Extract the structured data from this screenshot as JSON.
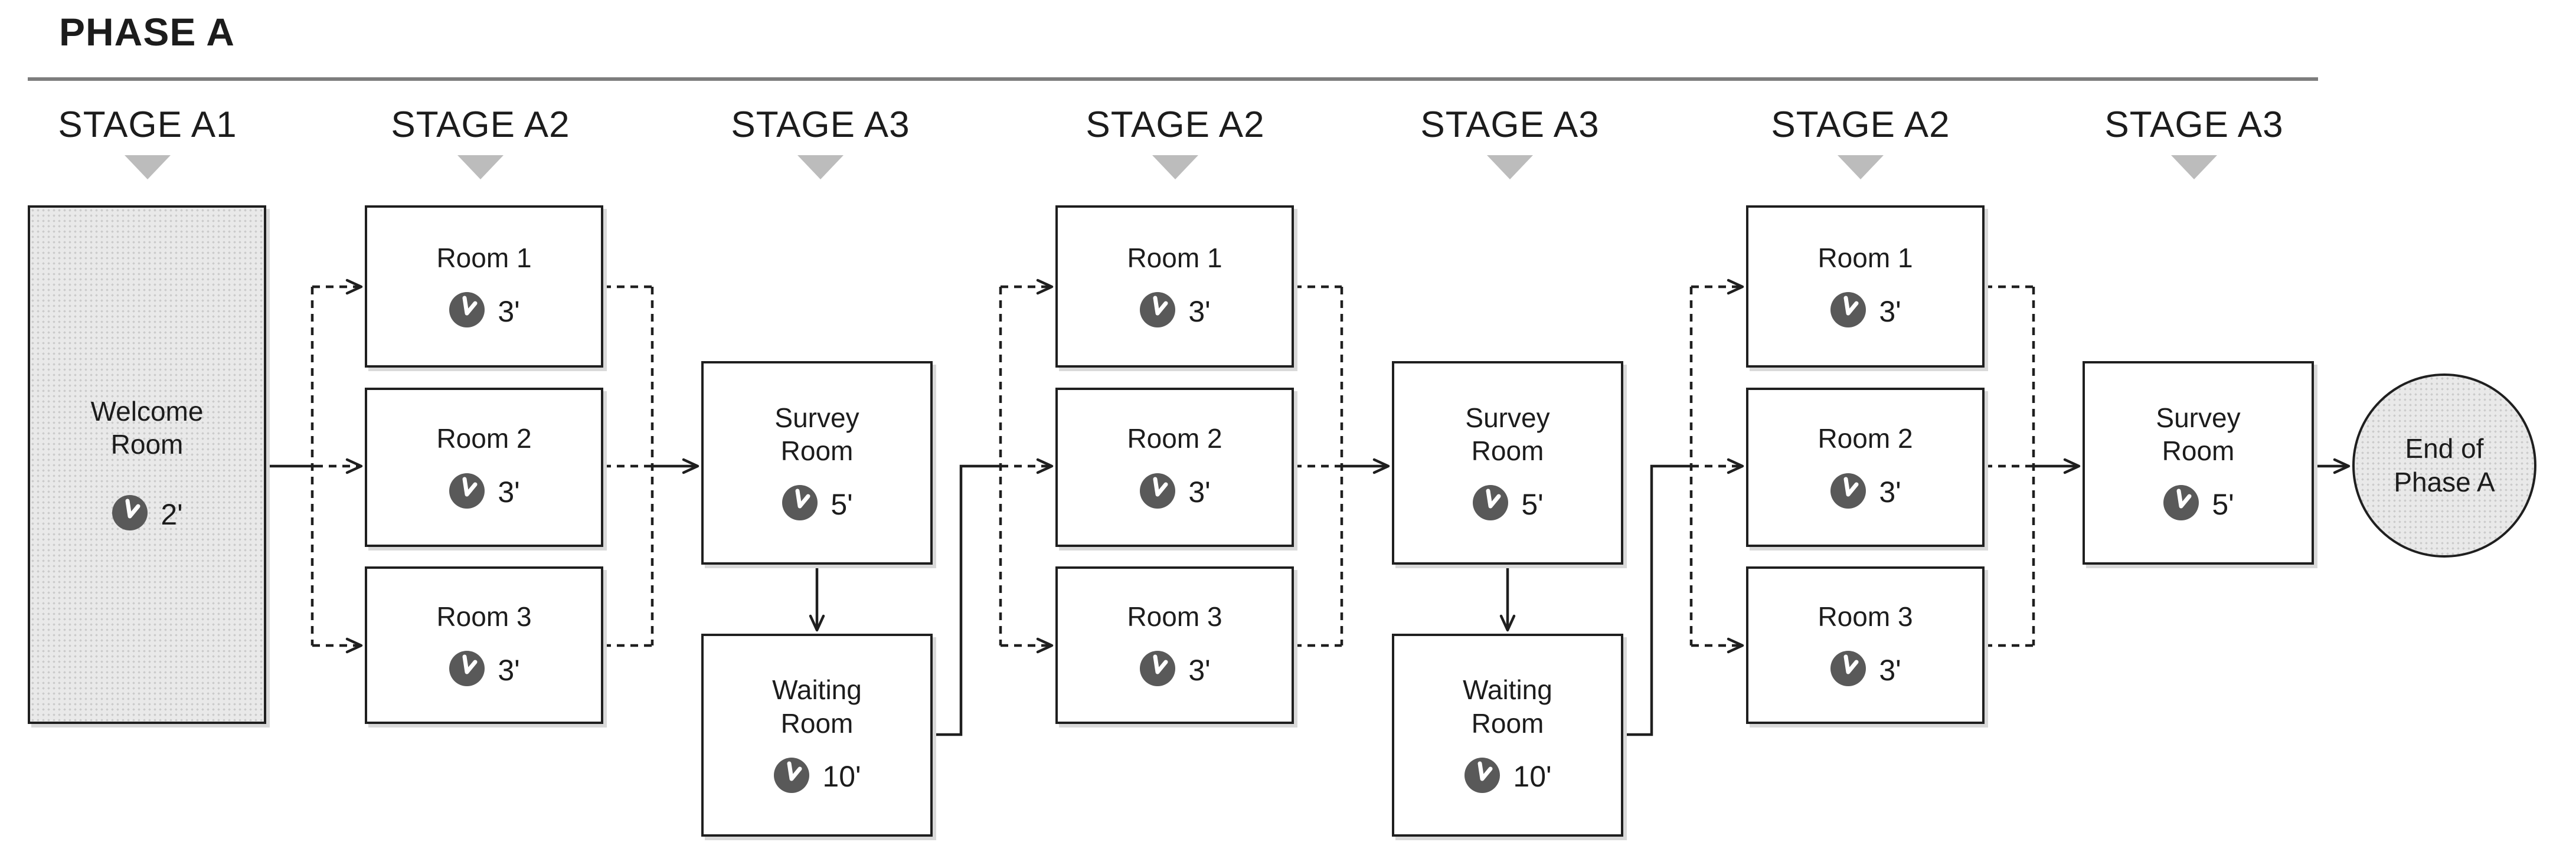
{
  "phase": {
    "title": "PHASE A"
  },
  "stages": [
    "STAGE A1",
    "STAGE A2",
    "STAGE A3",
    "STAGE A2",
    "STAGE A3",
    "STAGE A2",
    "STAGE A3"
  ],
  "welcome": {
    "line1": "Welcome",
    "line2": "Room",
    "time": "2'"
  },
  "room_groups": [
    {
      "rooms": [
        {
          "name": "Room 1",
          "time": "3'"
        },
        {
          "name": "Room 2",
          "time": "3'"
        },
        {
          "name": "Room 3",
          "time": "3'"
        }
      ]
    },
    {
      "rooms": [
        {
          "name": "Room 1",
          "time": "3'"
        },
        {
          "name": "Room 2",
          "time": "3'"
        },
        {
          "name": "Room 3",
          "time": "3'"
        }
      ]
    },
    {
      "rooms": [
        {
          "name": "Room 1",
          "time": "3'"
        },
        {
          "name": "Room 2",
          "time": "3'"
        },
        {
          "name": "Room 3",
          "time": "3'"
        }
      ]
    }
  ],
  "surveys": [
    {
      "line1": "Survey",
      "line2": "Room",
      "time": "5'"
    },
    {
      "line1": "Survey",
      "line2": "Room",
      "time": "5'"
    },
    {
      "line1": "Survey",
      "line2": "Room",
      "time": "5'"
    }
  ],
  "waitings": [
    {
      "line1": "Waiting",
      "line2": "Room",
      "time": "10'"
    },
    {
      "line1": "Waiting",
      "line2": "Room",
      "time": "10'"
    }
  ],
  "end": {
    "line1": "End of",
    "line2": "Phase A"
  },
  "colors": {
    "line": "#1f1f1f",
    "clock_fill": "#595959",
    "triangle": "#bcbcbc",
    "rule": "#7d7d7d",
    "shaded_fill": "#e9e9e9"
  }
}
